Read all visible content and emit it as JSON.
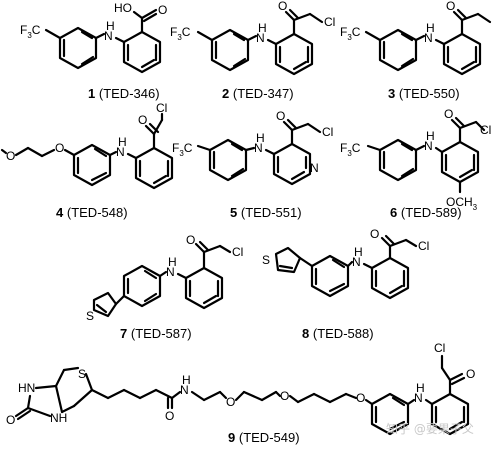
{
  "compounds": [
    {
      "num": "1",
      "code": "(TED-346)",
      "groups": {
        "cf3": "F",
        "sub3": "3",
        "cf3c": "C",
        "nh": "H",
        "n": "N",
        "oh": "HO",
        "o": "O"
      }
    },
    {
      "num": "2",
      "code": "(TED-347)",
      "groups": {
        "cf3": "F",
        "sub3": "3",
        "cf3c": "C",
        "nh": "H",
        "n": "N",
        "o": "O",
        "cl": "Cl"
      }
    },
    {
      "num": "3",
      "code": "(TED-550)",
      "groups": {
        "cf3": "F",
        "sub3": "3",
        "cf3c": "C",
        "nh": "H",
        "n": "N",
        "o": "O"
      }
    },
    {
      "num": "4",
      "code": "(TED-548)",
      "groups": {
        "ome": "O",
        "oar": "O",
        "nh": "H",
        "n": "N",
        "o": "O",
        "cl": "Cl"
      }
    },
    {
      "num": "5",
      "code": "(TED-551)",
      "groups": {
        "cf3": "F",
        "sub3": "3",
        "cf3c": "C",
        "nh": "H",
        "n": "N",
        "npy": "N",
        "o": "O",
        "cl": "Cl"
      }
    },
    {
      "num": "6",
      "code": "(TED-589)",
      "groups": {
        "cf3": "F",
        "sub3": "3",
        "cf3c": "C",
        "nh": "H",
        "n": "N",
        "o": "O",
        "cl": "Cl",
        "och3": "OCH",
        "och3sub": "3"
      }
    },
    {
      "num": "7",
      "code": "(TED-587)",
      "groups": {
        "s": "S",
        "nh": "H",
        "n": "N",
        "o": "O",
        "cl": "Cl"
      }
    },
    {
      "num": "8",
      "code": "(TED-588)",
      "groups": {
        "s": "S",
        "nh": "H",
        "n": "N",
        "o": "O",
        "cl": "Cl"
      }
    },
    {
      "num": "9",
      "code": "(TED-549)",
      "groups": {
        "hn": "HN",
        "nh1": "NH",
        "o1": "O",
        "s": "S",
        "nh2": "H",
        "n2": "N",
        "o2": "O",
        "o3": "O",
        "o4": "O",
        "o5": "O",
        "nh3": "H",
        "n3": "N",
        "o6": "O",
        "cl": "Cl"
      }
    }
  ],
  "watermark": "知乎 @要果子父"
}
